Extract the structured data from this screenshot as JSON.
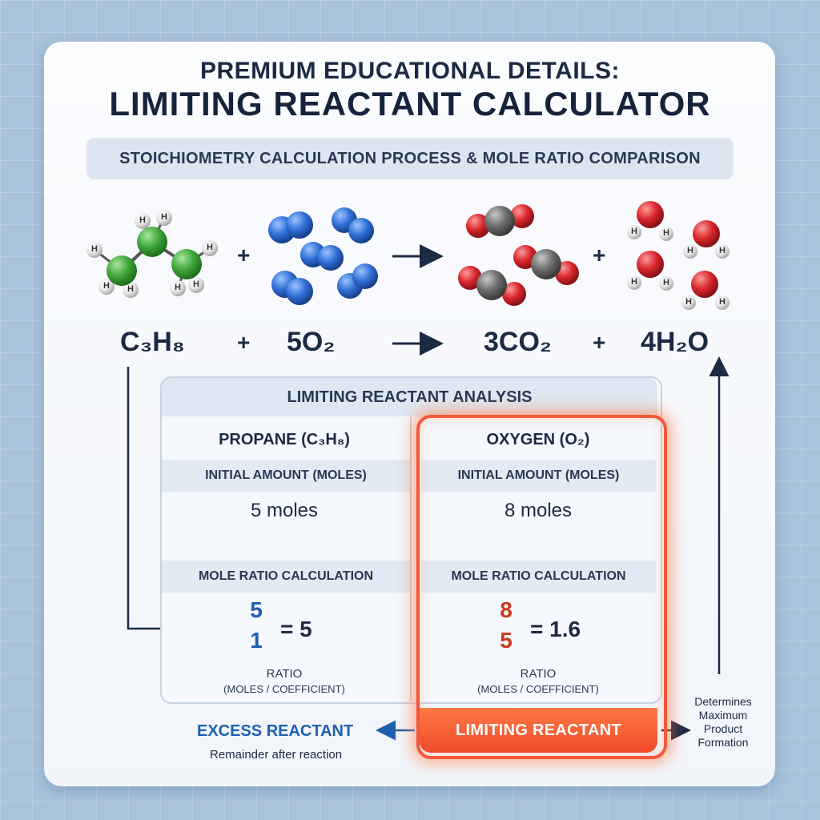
{
  "header": {
    "title_line1": "PREMIUM EDUCATIONAL DETAILS:",
    "title_line2": "LIMITING REACTANT CALCULATOR",
    "subtitle": "STOICHIOMETRY CALCULATION PROCESS & MOLE RATIO COMPARISON"
  },
  "equation": {
    "reactant1": "C₃H₈",
    "plus1": "+",
    "reactant2": "5O₂",
    "products": "3CO₂",
    "plus2": "+",
    "product2": "4H₂O",
    "atom_label_h": "H"
  },
  "analysis": {
    "header": "LIMITING REACTANT ANALYSIS",
    "initial_label": "INITIAL AMOUNT (MOLES)",
    "ratio_label": "MOLE RATIO CALCULATION",
    "ratio_caption_line1": "RATIO",
    "ratio_caption_line2": "(MOLES / COEFFICIENT)",
    "propane": {
      "name": "PROPANE (C₃H₈)",
      "moles": "5 moles",
      "numerator": "5",
      "denominator": "1",
      "result": "= 5"
    },
    "oxygen": {
      "name": "OXYGEN (O₂)",
      "moles": "8 moles",
      "numerator": "8",
      "denominator": "5",
      "result": "= 1.6"
    }
  },
  "results": {
    "limiting": "LIMITING REACTANT",
    "excess": "EXCESS REACTANT",
    "remainder": "Remainder after reaction",
    "determines": [
      "Determines",
      "Maximum",
      "Product",
      "Formation"
    ]
  },
  "colors": {
    "carbon": "#4caf50",
    "oxygen_o2": "#2f6fd6",
    "oxygen_red": "#d8262b",
    "carbon_gray": "#6a6a6a",
    "hydrogen": "#e9e9e9",
    "limit": "#f2583a",
    "excess_blue": "#1f5fb0",
    "propane_frac": "#1f5fb0",
    "oxygen_frac": "#c9381f"
  }
}
